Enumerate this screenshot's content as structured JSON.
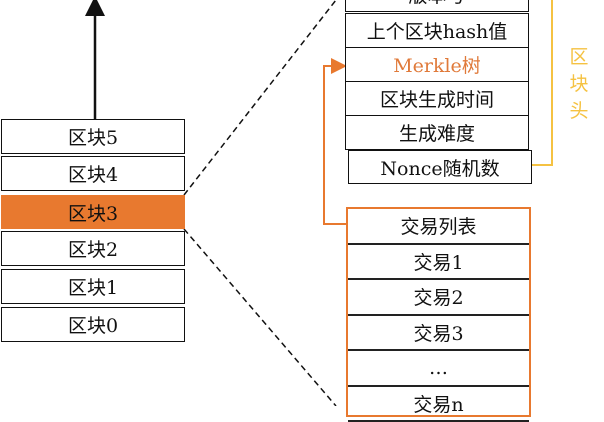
{
  "chain": {
    "blocks": [
      "区块5",
      "区块4",
      "区块3",
      "区块2",
      "区块1",
      "区块0"
    ],
    "highlighted": "区块3"
  },
  "header": {
    "label": "区块头",
    "fields": [
      "版本号",
      "上个区块hash值",
      "Merkle树",
      "区块生成时间",
      "生成难度",
      "Nonce随机数"
    ]
  },
  "transactions": {
    "title": "交易列表",
    "items": [
      "交易1",
      "交易2",
      "交易3",
      "…",
      "交易n"
    ]
  },
  "colors": {
    "accent": "#e8792f",
    "header_bracket": "#f5c242"
  }
}
